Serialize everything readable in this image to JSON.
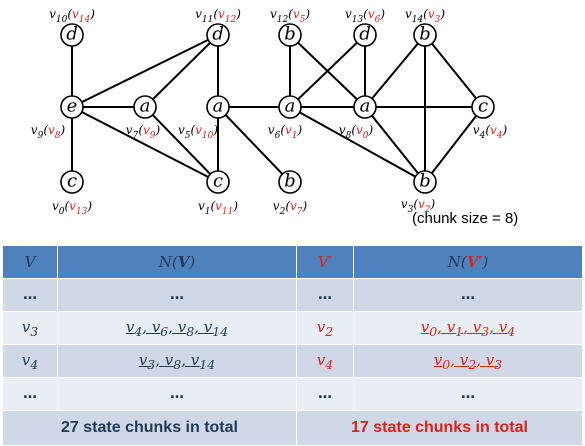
{
  "graph": {
    "nodes": [
      {
        "id": "v10",
        "letter": "d",
        "v": "v",
        "vsub": "10",
        "p": "v",
        "psub": "14"
      },
      {
        "id": "v11",
        "letter": "d",
        "v": "v",
        "vsub": "11",
        "p": "v",
        "psub": "12"
      },
      {
        "id": "v12",
        "letter": "b",
        "v": "v",
        "vsub": "12",
        "p": "v",
        "psub": "5"
      },
      {
        "id": "v13",
        "letter": "d",
        "v": "v",
        "vsub": "13",
        "p": "v",
        "psub": "6"
      },
      {
        "id": "v14",
        "letter": "b",
        "v": "v",
        "vsub": "14",
        "p": "v",
        "psub": "3"
      },
      {
        "id": "v9",
        "letter": "e",
        "v": "v",
        "vsub": "9",
        "p": "v",
        "psub": "8"
      },
      {
        "id": "v7",
        "letter": "a",
        "v": "v",
        "vsub": "7",
        "p": "v",
        "psub": "9"
      },
      {
        "id": "v5",
        "letter": "a",
        "v": "v",
        "vsub": "5",
        "p": "v",
        "psub": "10"
      },
      {
        "id": "v6",
        "letter": "a",
        "v": "v",
        "vsub": "6",
        "p": "v",
        "psub": "1"
      },
      {
        "id": "v8",
        "letter": "a",
        "v": "v",
        "vsub": "8",
        "p": "v",
        "psub": "0"
      },
      {
        "id": "v4",
        "letter": "c",
        "v": "v",
        "vsub": "4",
        "p": "v",
        "psub": "4"
      },
      {
        "id": "v0",
        "letter": "c",
        "v": "v",
        "vsub": "0",
        "p": "v",
        "psub": "13"
      },
      {
        "id": "v1",
        "letter": "c",
        "v": "v",
        "vsub": "1",
        "p": "v",
        "psub": "11"
      },
      {
        "id": "v2",
        "letter": "b",
        "v": "v",
        "vsub": "2",
        "p": "v",
        "psub": "7"
      },
      {
        "id": "v3",
        "letter": "b",
        "v": "v",
        "vsub": "3",
        "p": "v",
        "psub": "2"
      }
    ],
    "edges": [
      [
        "v10",
        "v9"
      ],
      [
        "v9",
        "v0"
      ],
      [
        "v9",
        "v7"
      ],
      [
        "v9",
        "v11"
      ],
      [
        "v9",
        "v1"
      ],
      [
        "v7",
        "v11"
      ],
      [
        "v7",
        "v1"
      ],
      [
        "v5",
        "v11"
      ],
      [
        "v5",
        "v1"
      ],
      [
        "v5",
        "v6"
      ],
      [
        "v5",
        "v2"
      ],
      [
        "v12",
        "v6"
      ],
      [
        "v12",
        "v8"
      ],
      [
        "v13",
        "v6"
      ],
      [
        "v13",
        "v8"
      ],
      [
        "v14",
        "v8"
      ],
      [
        "v14",
        "v4"
      ],
      [
        "v14",
        "v3"
      ],
      [
        "v6",
        "v8"
      ],
      [
        "v6",
        "v3"
      ],
      [
        "v8",
        "v4"
      ],
      [
        "v8",
        "v3"
      ],
      [
        "v4",
        "v3"
      ]
    ]
  },
  "chunk_note": "(chunk size = 8)",
  "table": {
    "headers": {
      "v": "V",
      "nv_pre": "N(",
      "nv_var": "V",
      "nv_post": ")",
      "vp": "V′",
      "nvp_pre": "N(",
      "nvp_var": "V′",
      "nvp_post": ")"
    },
    "dots": "…",
    "rows": [
      {
        "v": "v",
        "vsub": "3",
        "n": [
          [
            "v",
            "4"
          ],
          [
            "v",
            "6"
          ],
          [
            "v",
            "8"
          ],
          [
            "v",
            "14"
          ]
        ],
        "vp": "v",
        "vpsub": "2",
        "np": [
          [
            "v",
            "0"
          ],
          [
            "v",
            "1"
          ],
          [
            "v",
            "3"
          ],
          [
            "v",
            "4"
          ]
        ]
      },
      {
        "v": "v",
        "vsub": "4",
        "n": [
          [
            "v",
            "3"
          ],
          [
            "v",
            "8"
          ],
          [
            "v",
            "14"
          ]
        ],
        "vp": "v",
        "vpsub": "4",
        "np": [
          [
            "v",
            "0"
          ],
          [
            "v",
            "2"
          ],
          [
            "v",
            "3"
          ]
        ]
      }
    ],
    "footer_left": "27 state chunks in total",
    "footer_right": "17 state chunks in total"
  }
}
